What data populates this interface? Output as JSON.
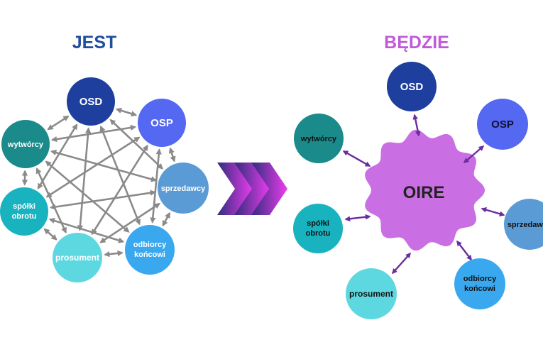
{
  "titles": {
    "left": "JEST",
    "right": "BĘDZIE"
  },
  "colors": {
    "title_left": "#1f4e9e",
    "title_right": "#c05ad8",
    "gray_arrow": "#8a8a8a",
    "purple_arrow": "#6a2ca0",
    "osd": "#1f3f9e",
    "osp": "#5468f2",
    "wytworcy": "#1a8a8a",
    "sprzedawcy": "#5b9bd5",
    "spolki": "#19b3c0",
    "prosument": "#5ed8e0",
    "odbiorcy": "#3aa8ee",
    "oire": "#c96fe3",
    "chevron_start": "#2f2d7c",
    "chevron_end": "#ee3cf0"
  },
  "nodes": {
    "osd": "OSD",
    "osp": "OSP",
    "wytworcy": "wytwórcy",
    "sprzedawcy": "sprzedawcy",
    "spolki_1": "spółki",
    "spolki_2": "obrotu",
    "prosument": "prosument",
    "odbiorcy_1": "odbiorcy",
    "odbiorcy_2": "końcowi"
  },
  "hub": {
    "label": "OIRE"
  }
}
